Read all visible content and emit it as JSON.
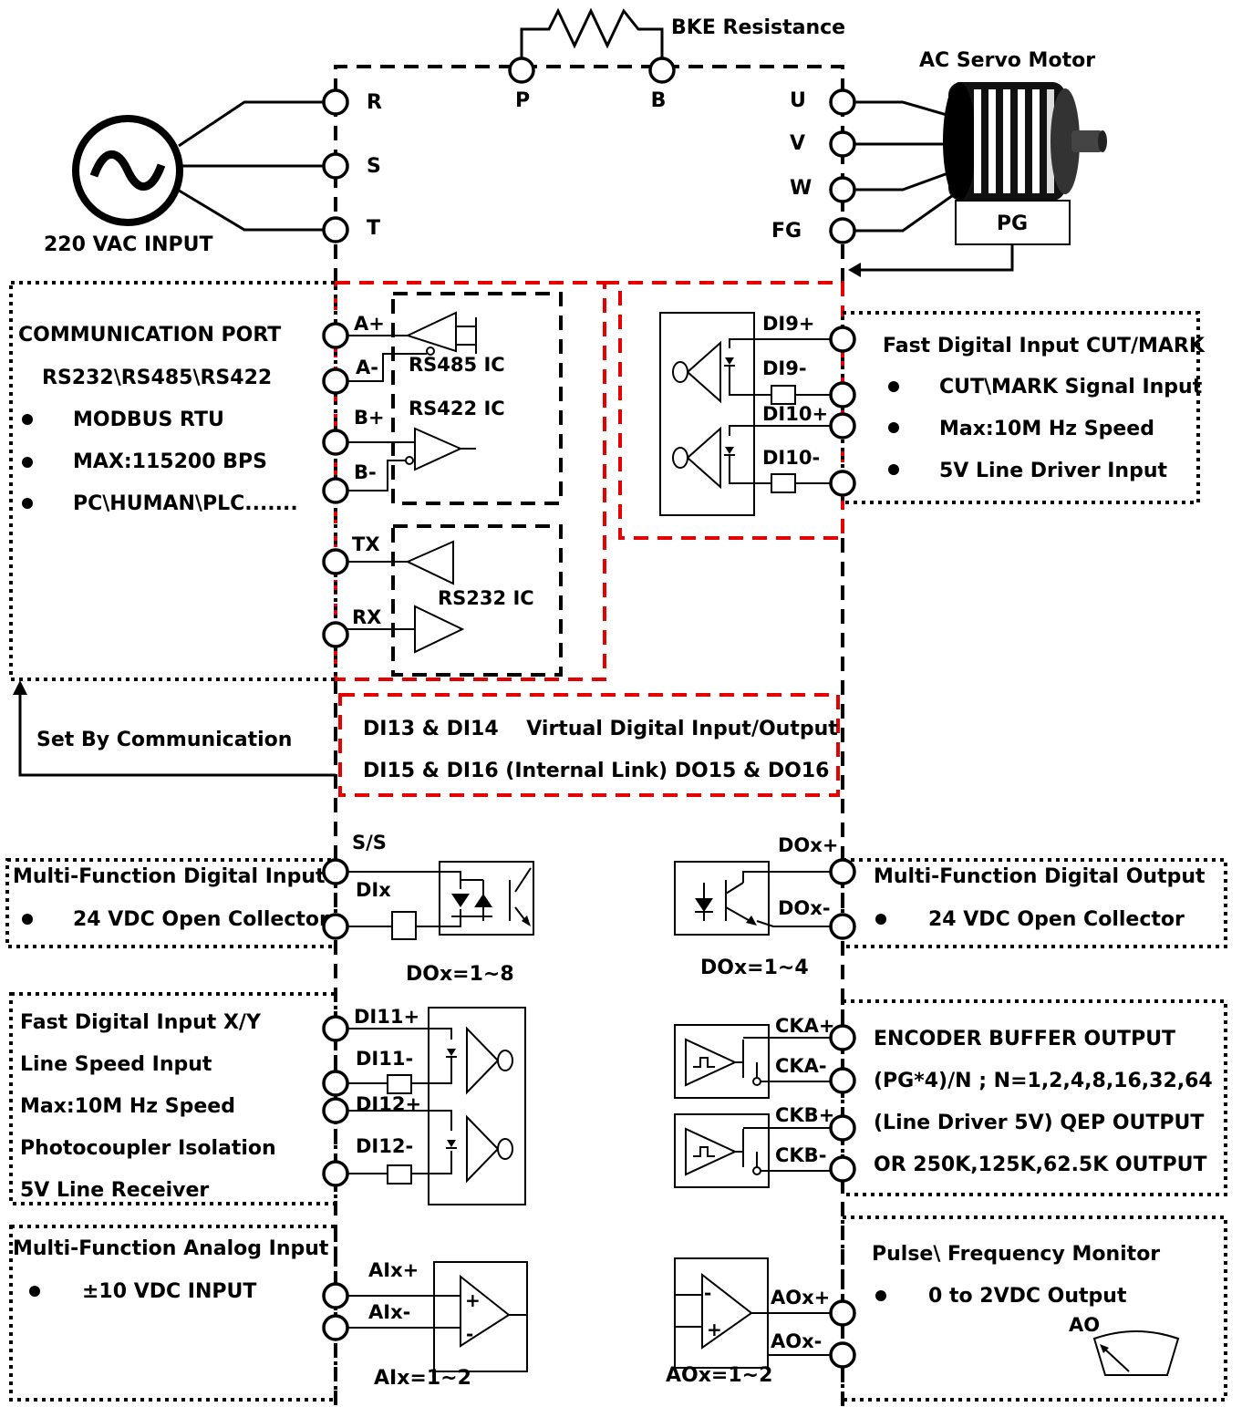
{
  "power": {
    "resistor_label": "BKE Resistance",
    "input_label": "220 VAC INPUT",
    "terminals_in": [
      "R",
      "S",
      "T"
    ],
    "terminals_brake": [
      "P",
      "B"
    ],
    "terminals_out": [
      "U",
      "V",
      "W",
      "FG"
    ],
    "motor_label": "AC Servo Motor",
    "pg_label": "PG"
  },
  "comm": {
    "title": "COMMUNICATION PORT",
    "subtitle": "RS232\\RS485\\RS422",
    "bullets": [
      "MODBUS RTU",
      "MAX:115200 BPS",
      "PC\\HUMAN\\PLC......."
    ],
    "terminals": [
      "A+",
      "A-",
      "B+",
      "B-",
      "TX",
      "RX"
    ],
    "ic_rs485": "RS485 IC",
    "ic_rs422": "RS422 IC",
    "ic_rs232": "RS232 IC",
    "set_by": "Set By Communication"
  },
  "virtual": {
    "line1": "DI13 & DI14    Virtual Digital Input/Output",
    "line2": "DI15 & DI16 (Internal Link) DO15 & DO16"
  },
  "fast_cut": {
    "title": "Fast Digital Input CUT/MARK",
    "bullets": [
      "CUT\\MARK Signal Input",
      "Max:10M Hz Speed",
      "5V Line Driver Input"
    ],
    "terminals": [
      "DI9+",
      "DI9-",
      "DI10+",
      "DI10-"
    ]
  },
  "mf_din": {
    "title": "Multi-Function Digital Input",
    "bullets": [
      "24 VDC Open Collector"
    ],
    "terminals": [
      "S/S",
      "DIx"
    ],
    "count": "DOx=1~8"
  },
  "mf_dout": {
    "title": "Multi-Function Digital Output",
    "bullets": [
      "24 VDC Open Collector"
    ],
    "terminals": [
      "DOx+",
      "DOx-"
    ],
    "count": "DOx=1~4"
  },
  "fast_xy": {
    "lines": [
      "Fast Digital Input X/Y",
      "Line Speed Input",
      "Max:10M Hz Speed",
      "Photocoupler Isolation",
      "5V Line Receiver"
    ],
    "terminals": [
      "DI11+",
      "DI11-",
      "DI12+",
      "DI12-"
    ]
  },
  "encoder": {
    "lines": [
      "ENCODER BUFFER OUTPUT",
      "(PG*4)/N ; N=1,2,4,8,16,32,64",
      "(Line Driver 5V) QEP OUTPUT",
      "OR 250K,125K,62.5K OUTPUT"
    ],
    "terminals": [
      "CKA+",
      "CKA-",
      "CKB+",
      "CKB-"
    ]
  },
  "analog_in": {
    "title": "Multi-Function Analog Input",
    "bullets": [
      "±10 VDC INPUT"
    ],
    "terminals": [
      "AIx+",
      "AIx-"
    ],
    "count": "AIx=1~2"
  },
  "analog_out": {
    "title": "Pulse\\ Frequency Monitor",
    "bullets": [
      "0 to 2VDC Output"
    ],
    "meter": "AO",
    "terminals": [
      "AOx+",
      "AOx-"
    ],
    "count": "AOx=1~2"
  },
  "colors": {
    "line": "#000000",
    "highlight_dash": "#e60000",
    "background": "#ffffff"
  }
}
